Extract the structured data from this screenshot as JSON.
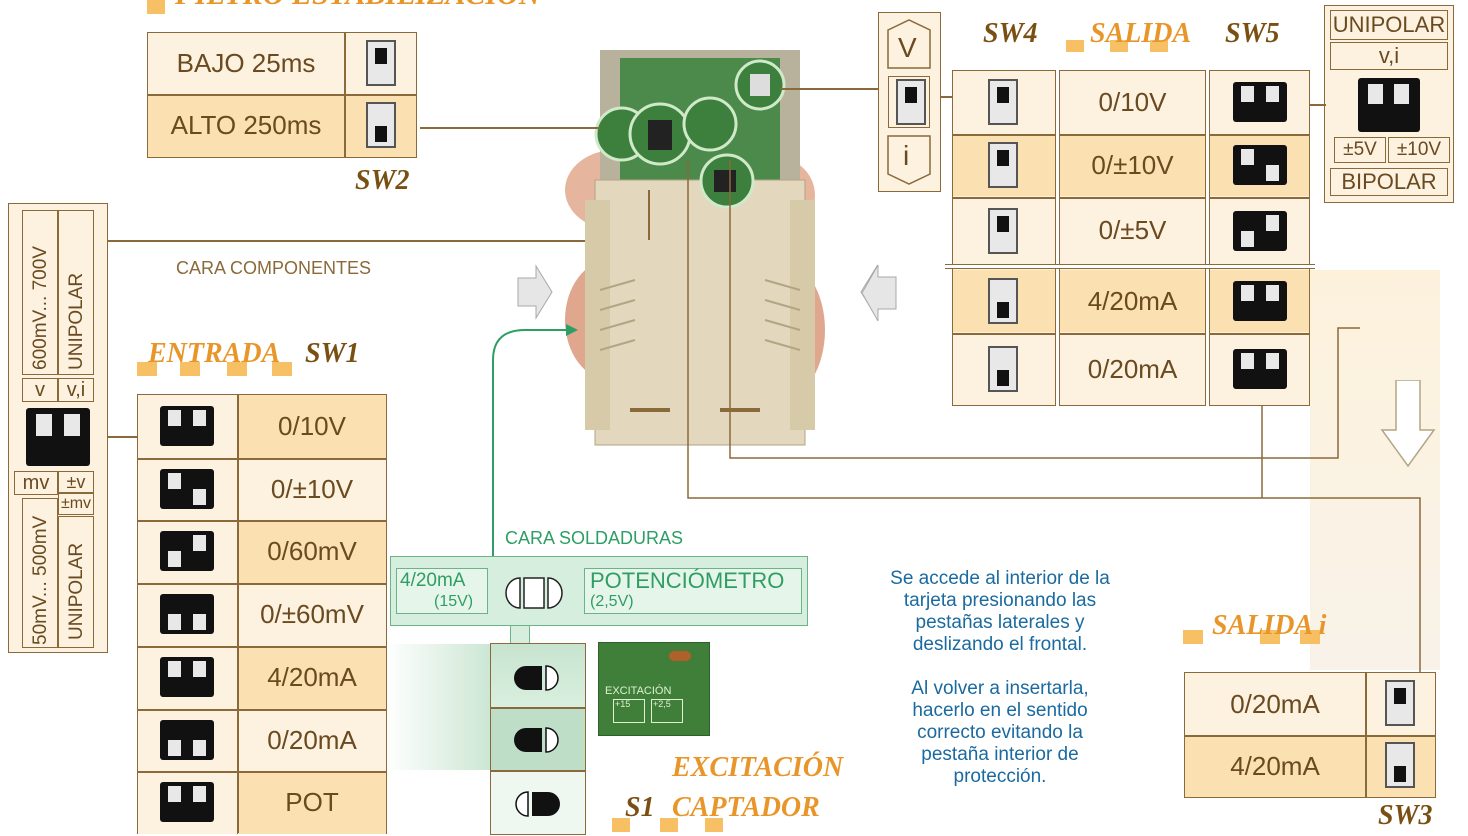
{
  "filtro": {
    "title": "FILTRO ESTABILIZACIÓN",
    "rows": [
      "BAJO 25ms",
      "ALTO  250ms"
    ],
    "switch_label": "SW2"
  },
  "cara_componentes": "CARA COMPONENTES",
  "cara_soldaduras": "CARA SOLDADURAS",
  "entrada": {
    "title": "ENTRADA",
    "switch_label": "SW1",
    "rows": [
      "0/10V",
      "0/±10V",
      "0/60mV",
      "0/±60mV",
      "4/20mA",
      "0/20mA",
      "POT"
    ]
  },
  "sw1_legend": {
    "top_left_vertical": "600mV... 700V",
    "top_right_vertical": "UNIPOLAR",
    "top_left": "v",
    "top_right": "v,i",
    "bottom_left": "mv",
    "bottom_right_1": "±v",
    "bottom_right_2": "±mv",
    "bottom_left_vertical": "50mV... 500mV",
    "bottom_right_vertical": "UNIPOLAR"
  },
  "salida": {
    "title": "SALIDA",
    "sw4_label": "SW4",
    "sw5_label": "SW5",
    "rows": [
      "0/10V",
      "0/±10V",
      "0/±5V",
      "4/20mA",
      "0/20mA"
    ]
  },
  "sw4_legend": {
    "top": "V",
    "bottom": "i"
  },
  "sw5_legend": {
    "top": "UNIPOLAR",
    "top_sub": "v,i",
    "bottom_left": "±5V",
    "bottom_right": "±10V",
    "bottom": "BIPOLAR"
  },
  "excitacion": {
    "left_label": "4/20mA",
    "left_sub": "(15V)",
    "right_label": "POTENCIÓMETRO",
    "right_sub": "(2,5V)",
    "title_1": "EXCITACIÓN",
    "title_2": "CAPTADOR",
    "switch_label": "S1",
    "pcb_text": "EXCITACIÓN",
    "pcb_sub_left": "+15",
    "pcb_sub_right": "+2,5"
  },
  "note": {
    "line1": "Se accede al interior de la",
    "line2": "tarjeta presionando las",
    "line3": "pestañas laterales y",
    "line4": "deslizando el frontal.",
    "line5": "Al volver a insertarla,",
    "line6": "hacerlo en el sentido",
    "line7": "correcto evitando la",
    "line8": "pestaña interior de",
    "line9": "protección."
  },
  "salida_i": {
    "title": "SALIDA i",
    "switch_label": "SW3",
    "rows": [
      "0/20mA",
      "4/20mA"
    ]
  },
  "colors": {
    "accent": "#e8962a",
    "brown": "#7a4f12",
    "panel": "#fdf2df",
    "panel_dark": "#fbe0b2",
    "green": "#2e9e64",
    "note_blue": "#1a6aa0"
  }
}
